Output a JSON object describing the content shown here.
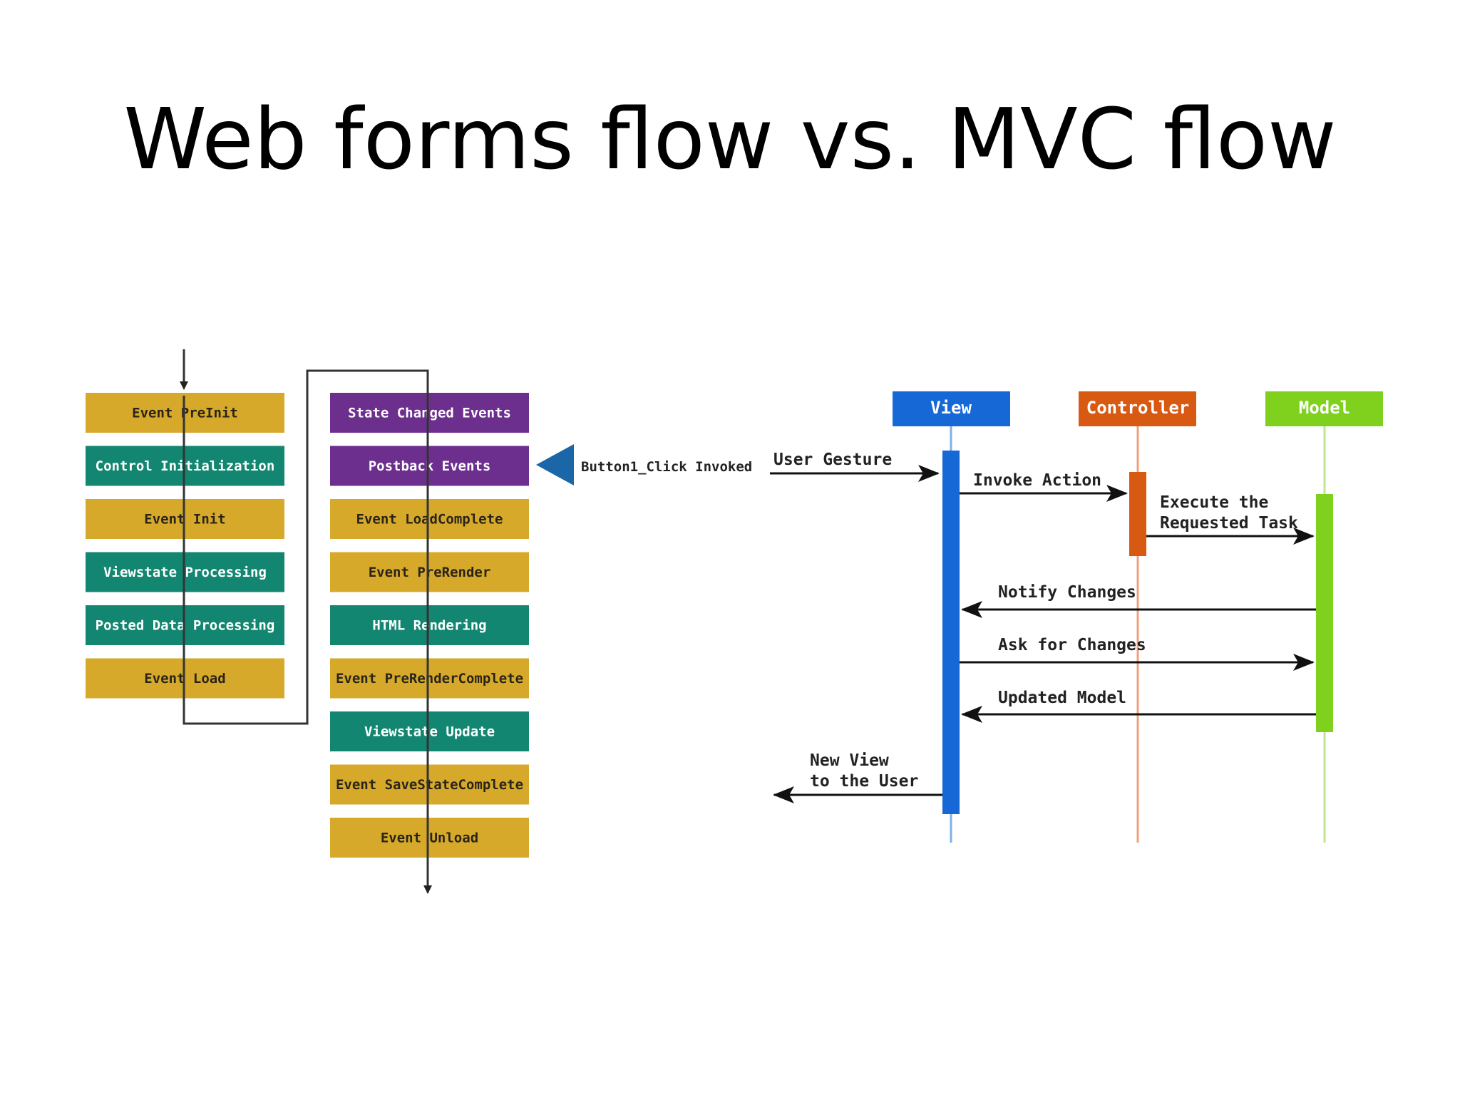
{
  "title": "Web forms flow vs. MVC flow",
  "webforms": {
    "left_column": [
      {
        "label": "Event PreInit",
        "kind": "event"
      },
      {
        "label": "Control Initialization",
        "kind": "process"
      },
      {
        "label": "Event Init",
        "kind": "event"
      },
      {
        "label": "Viewstate Processing",
        "kind": "process"
      },
      {
        "label": "Posted Data Processing",
        "kind": "process"
      },
      {
        "label": "Event Load",
        "kind": "event"
      }
    ],
    "right_column": [
      {
        "label": "State Changed Events",
        "kind": "postback"
      },
      {
        "label": "Postback Events",
        "kind": "postback"
      },
      {
        "label": "Event LoadComplete",
        "kind": "event"
      },
      {
        "label": "Event PreRender",
        "kind": "event"
      },
      {
        "label": "HTML Rendering",
        "kind": "process"
      },
      {
        "label": "Event PreRenderComplete",
        "kind": "event"
      },
      {
        "label": "Viewstate Update",
        "kind": "process"
      },
      {
        "label": "Event SaveStateComplete",
        "kind": "event"
      },
      {
        "label": "Event Unload",
        "kind": "event"
      }
    ],
    "pointer_label": "Button1_Click Invoked",
    "colors": {
      "event": "#d6a92a",
      "process": "#138671",
      "postback": "#6c2f8e",
      "pointer": "#1a66a6",
      "line": "#333333"
    }
  },
  "mvc": {
    "lanes": [
      {
        "label": "View",
        "color": "#1668d6",
        "line": "#7fb2e8"
      },
      {
        "label": "Controller",
        "color": "#d85a12",
        "line": "#f0a07c"
      },
      {
        "label": "Model",
        "color": "#7fd11e",
        "line": "#bfe58f"
      }
    ],
    "messages": {
      "user_gesture": "User Gesture",
      "invoke_action": "Invoke Action",
      "execute_task_line1": "Execute the",
      "execute_task_line2": "Requested Task",
      "notify_changes": "Notify Changes",
      "ask_for_changes": "Ask for Changes",
      "updated_model": "Updated Model",
      "new_view_line1": "New View",
      "new_view_line2": "to the User"
    }
  }
}
